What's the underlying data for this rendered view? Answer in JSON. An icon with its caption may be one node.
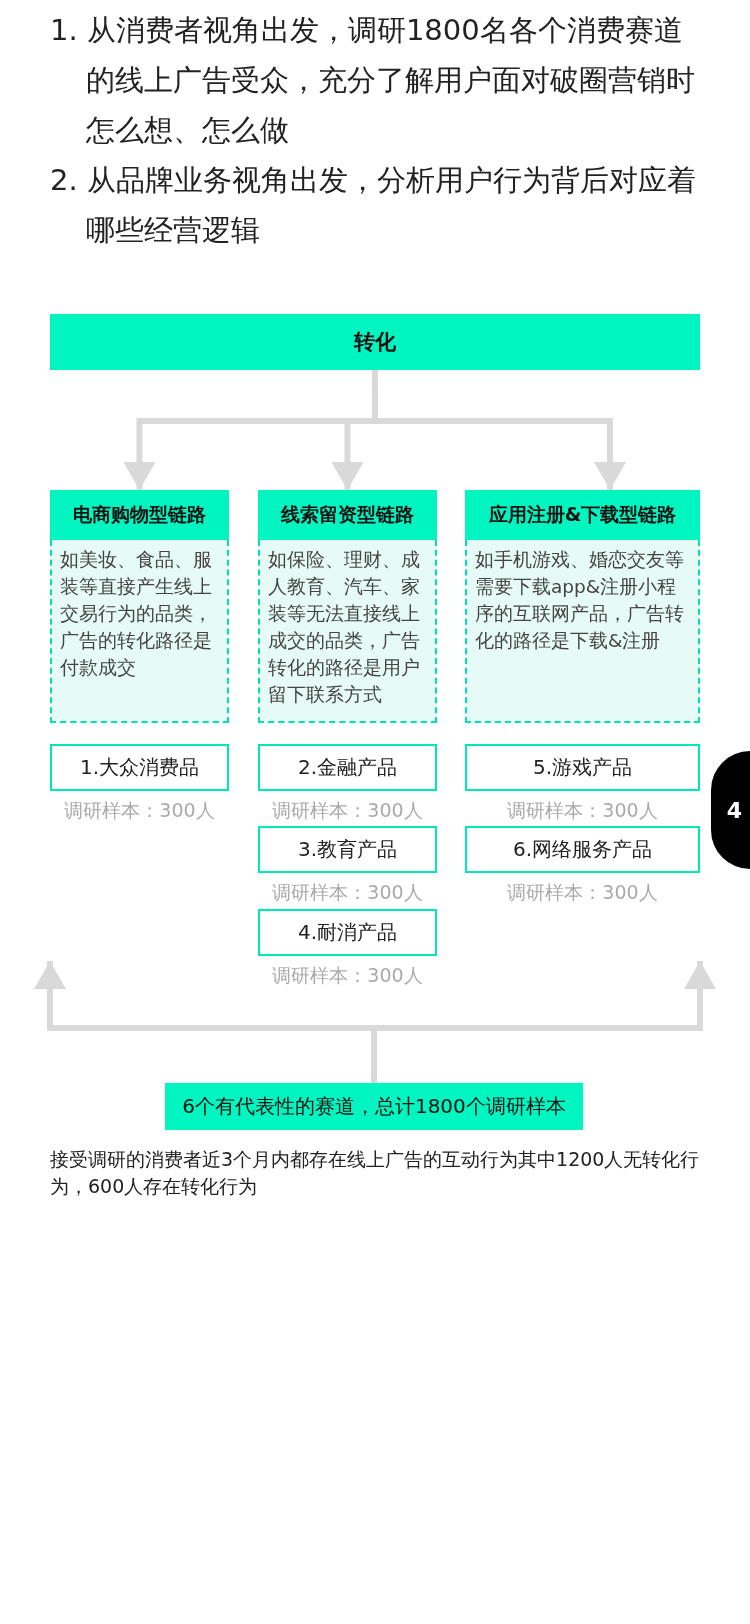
{
  "diagram": {
    "nodes": [
      {
        "text": [
          "转化"
        ]
      },
      {
        "text": [
          "电商购物型链路",
          "如美妆、食品、服装等直接产生线上交易行为的品类，广告的转化路径是付款成交"
        ]
      },
      {
        "text": [
          "线索留资型链路",
          "如保险、理财、成人教育、汽车、家装等无法直接线上成交的品类，广告转化的路径是用户留下联系方式"
        ]
      },
      {
        "text": [
          "应用注册&下载型链路",
          "如手机游戏、婚恋交友等需要下载app&注册小程序的互联网产品，广告转化的路径是下载&注册"
        ]
      },
      {
        "text": [
          "1.大众消费品"
        ],
        "beside": [
          "调研样本：300人"
        ]
      },
      {
        "text": [
          "2.金融产品"
        ],
        "beside": [
          "调研样本：300人"
        ]
      },
      {
        "text": [
          "3.教育产品"
        ],
        "beside": [
          "调研样本：300人"
        ]
      },
      {
        "text": [
          "4.耐消产品"
        ],
        "beside": [
          "调研样本：300人"
        ]
      },
      {
        "text": [
          "5.游戏产品"
        ],
        "beside": [
          "调研样本：300人"
        ]
      },
      {
        "text": [
          "6.网络服务产品"
        ],
        "beside": [
          "调研样本：300人"
        ]
      },
      {
        "text": [
          "6个有代表性的赛道，总计1800个调研样本"
        ]
      }
    ],
    "edges": [
      {
        "from": 0,
        "to": 1,
        "arrow": "to"
      },
      {
        "from": 0,
        "to": 2,
        "arrow": "to"
      },
      {
        "from": 0,
        "to": 3,
        "arrow": "to"
      },
      {
        "from": 10,
        "to": null,
        "arrow": "to"
      },
      {
        "from": 10,
        "to": null,
        "arrow": "to"
      }
    ],
    "labels": [
      "1. 从消费者视角出发，调研1800名各个消费赛道的线上广告受众，充分了解用户面对破圈营销时怎么想、怎么做",
      "2. 从品牌业务视角出发，分析用户行为背后对应着哪些经营逻辑",
      "4",
      "接受调研的消费者近3个月内都存在线上广告的互动行为其中1200人无转化行为，600人存在转化行为"
    ]
  }
}
